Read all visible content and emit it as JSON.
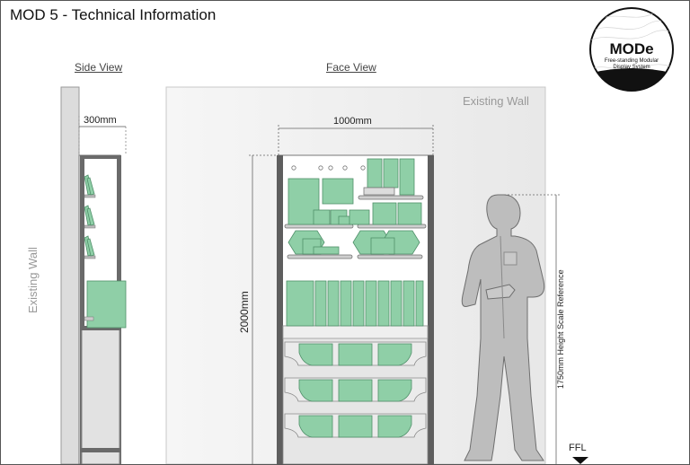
{
  "header": {
    "title": "MOD 5  - Technical Information"
  },
  "views": {
    "side": "Side View",
    "face": "Face View"
  },
  "labels": {
    "existing_wall_face": "Existing Wall",
    "existing_wall_side": "Existing Wall",
    "side_depth": "300mm",
    "face_width": "1000mm",
    "face_height": "2000mm",
    "person_height": "1750mm Height Scale Reference",
    "floor": "FFL"
  },
  "logo": {
    "name": "MODe",
    "tagline_1": "Free-standing Modular",
    "tagline_2": "Display System"
  },
  "colors": {
    "product": "#8fcfa7",
    "product_stroke": "#4f8f69",
    "frame": "#5e5e5e",
    "wall": "#ebebeb",
    "person": "#bdbdbd"
  }
}
